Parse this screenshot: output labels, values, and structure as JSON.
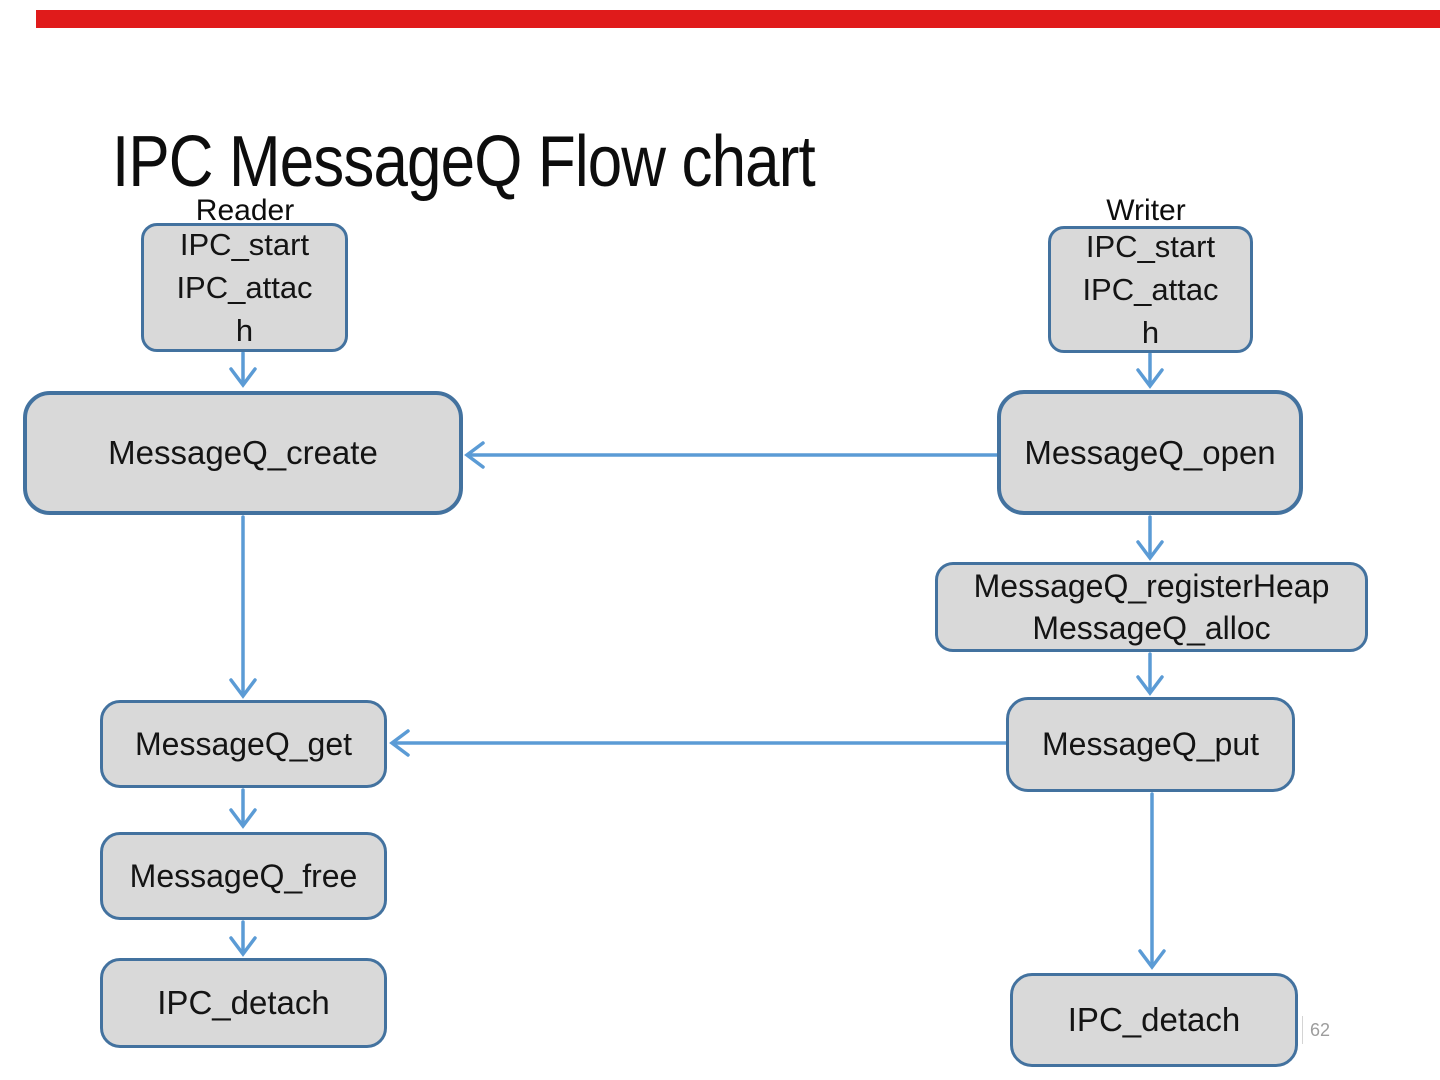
{
  "slide": {
    "title": "IPC MessageQ Flow chart",
    "page_number": "62",
    "top_bar_color": "#e01b1b"
  },
  "colors": {
    "box_fill": "#d9d9d9",
    "box_border": "#43729f",
    "arrow": "#5b9bd5",
    "text": "#111111",
    "page_number_gray": "#9d9d9d"
  },
  "reader": {
    "label": "Reader",
    "init_lines": [
      "IPC_start",
      "IPC_attac",
      "h"
    ],
    "create": "MessageQ_create",
    "get": "MessageQ_get",
    "free": "MessageQ_free",
    "detach": "IPC_detach"
  },
  "writer": {
    "label": "Writer",
    "init_lines": [
      "IPC_start",
      "IPC_attac",
      "h"
    ],
    "open": "MessageQ_open",
    "register_lines": [
      "MessageQ_registerHeap",
      "MessageQ_alloc"
    ],
    "put": "MessageQ_put",
    "detach": "IPC_detach"
  },
  "edges": [
    {
      "from": "reader-init",
      "to": "messageq-create"
    },
    {
      "from": "messageq-create",
      "to": "messageq-get"
    },
    {
      "from": "messageq-get",
      "to": "messageq-free"
    },
    {
      "from": "messageq-free",
      "to": "ipc-detach-reader"
    },
    {
      "from": "writer-init",
      "to": "messageq-open"
    },
    {
      "from": "messageq-open",
      "to": "messageq-registerheap"
    },
    {
      "from": "messageq-registerheap",
      "to": "messageq-put"
    },
    {
      "from": "messageq-put",
      "to": "ipc-detach-writer"
    },
    {
      "from": "messageq-open",
      "to": "messageq-create"
    },
    {
      "from": "messageq-put",
      "to": "messageq-get"
    }
  ]
}
